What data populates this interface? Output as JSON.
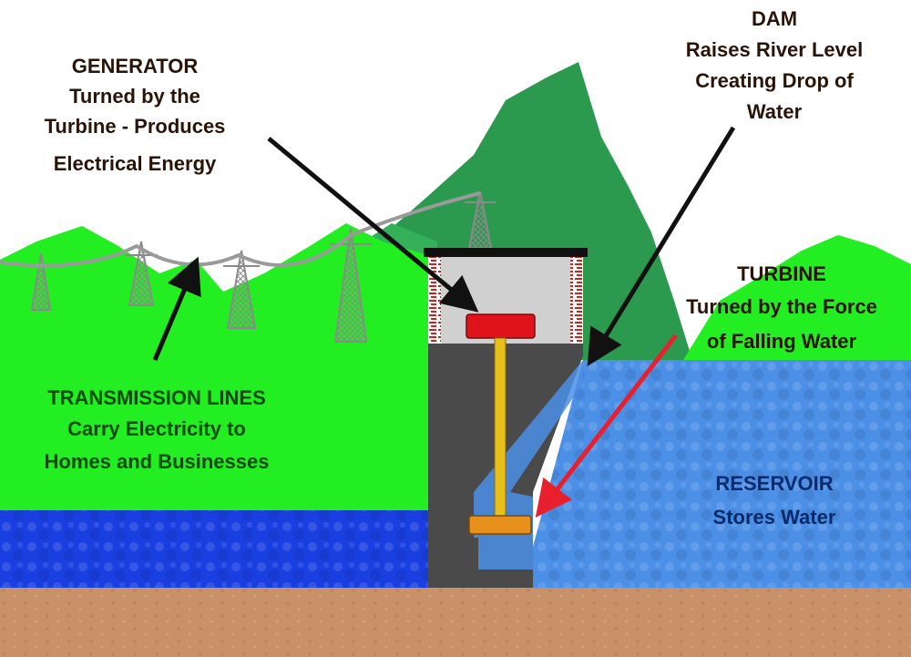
{
  "colors": {
    "sky": "#ffffff",
    "hills_bright": "#22ee22",
    "mountain_dark": "#2c9a4e",
    "mountain_mid": "#35b05a",
    "reservoir": "#4b8fe6",
    "river": "#1a3fe0",
    "ground": "#c8916a",
    "dam": "#4a4a4a",
    "powerhouse": "#d0d0d0",
    "generator": "#e0121a",
    "shaft": "#e8c01c",
    "turbine": "#e8901c",
    "arrow_black": "#111111",
    "arrow_red": "#e8202e",
    "line_grey": "#9a9a9a",
    "text_dark": "#2a1408",
    "text_lines": "#0b4a0b",
    "text_reservoir": "#0a2a6a"
  },
  "labels": {
    "generator": {
      "title": "GENERATOR",
      "line1": "Turned by the",
      "line2": "Turbine - Produces",
      "line3": "Electrical Energy"
    },
    "dam": {
      "title": "DAM",
      "line1": "Raises River Level",
      "line2": "Creating Drop of",
      "line3": "Water"
    },
    "turbine": {
      "title": "TURBINE",
      "line1": "Turned by the Force",
      "line2": "of Falling Water"
    },
    "transmission": {
      "title": "TRANSMISSION LINES",
      "line1": "Carry Electricity to",
      "line2": "Homes and Businesses"
    },
    "reservoir": {
      "title": "RESERVOIR",
      "line1": "Stores Water"
    }
  },
  "icons": {
    "tower": "transmission-tower-icon",
    "generator": "generator-icon",
    "turbine": "turbine-icon"
  }
}
